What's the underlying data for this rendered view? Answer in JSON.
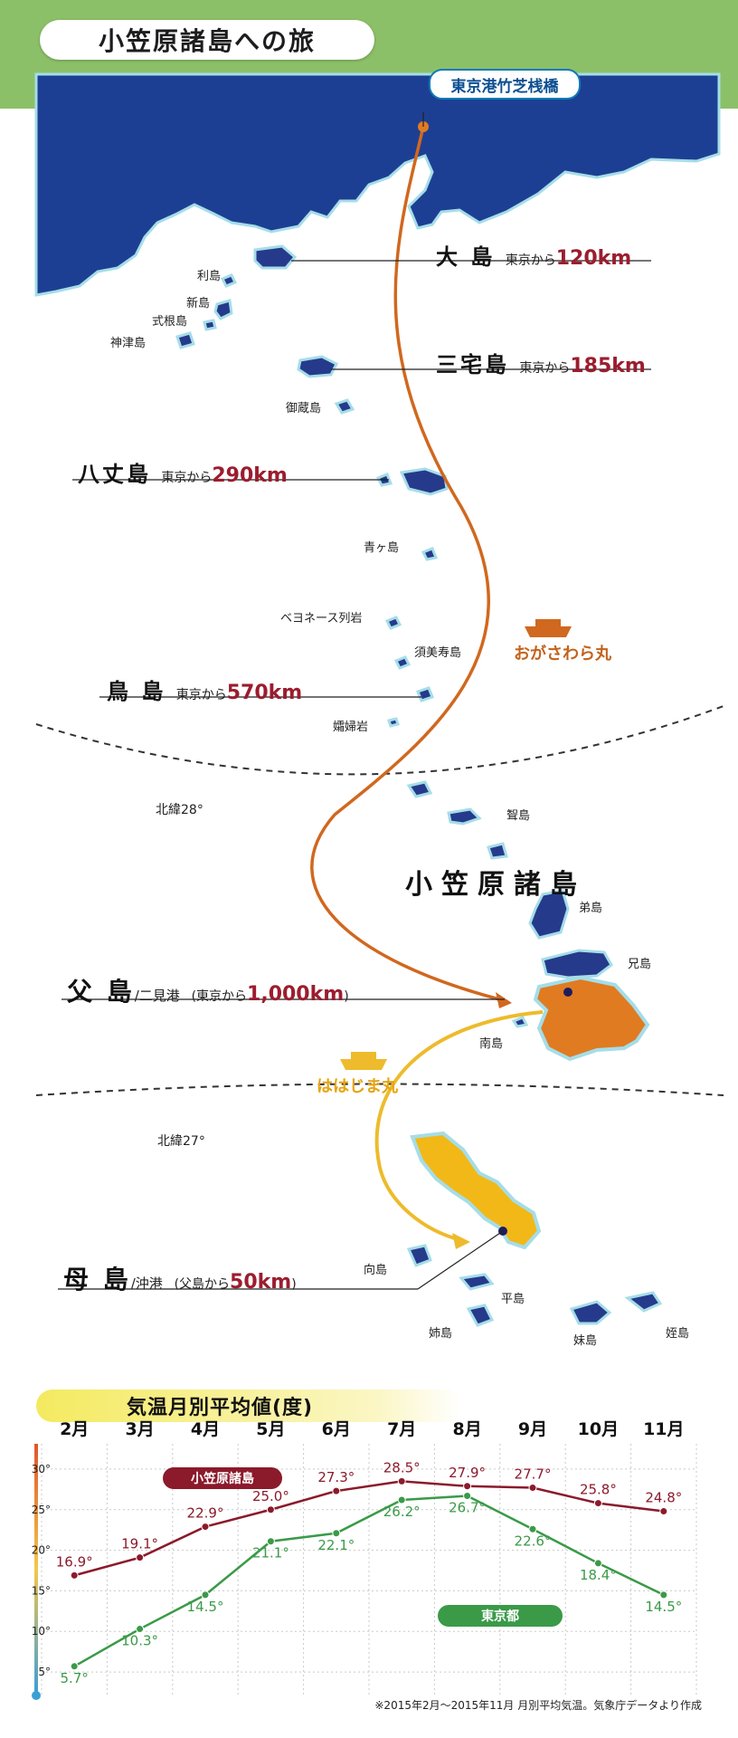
{
  "title": "小笠原諸島への旅",
  "departure_port": "東京港竹芝桟橋",
  "major_islands": [
    {
      "name": "大 島",
      "from": "東京から",
      "distance": "120km"
    },
    {
      "name": "三宅島",
      "from": "東京から",
      "distance": "185km"
    },
    {
      "name": "八丈島",
      "from": "東京から",
      "distance": "290km"
    },
    {
      "name": "鳥 島",
      "from": "東京から",
      "distance": "570km"
    },
    {
      "name": "父 島",
      "port": "/二見港",
      "from": "(東京から",
      "distance": "1,000km",
      "close": ")"
    },
    {
      "name": "母 島",
      "port": "/沖港",
      "from": "(父島から",
      "distance": "50km",
      "close": ")"
    }
  ],
  "minor_islands": [
    "利島",
    "新島",
    "式根島",
    "神津島",
    "御蔵島",
    "青ヶ島",
    "ベヨネース列岩",
    "須美寿島",
    "孀婦岩",
    "聟島",
    "弟島",
    "兄島",
    "南島",
    "向島",
    "平島",
    "姉島",
    "妹島",
    "姪島"
  ],
  "group_name": "小笠原諸島",
  "latitudes": [
    "北緯28°",
    "北緯27°"
  ],
  "ships": [
    {
      "name": "おがさわら丸",
      "color": "#c4621a"
    },
    {
      "name": "ははじま丸",
      "color": "#e6a512"
    }
  ],
  "colors": {
    "sea": "#1d3f93",
    "island": "#263a8c",
    "chichijima": "#e07b22",
    "hahajima": "#f2b818",
    "route_main": "#d0681f",
    "route_sub": "#edbb2c",
    "shadow": "#a5dde8",
    "ogasawara_line": "#8b1a2b",
    "tokyo_line": "#3a9a48",
    "green_frame": "#8cc068"
  },
  "chart": {
    "title": "気温月別平均値(度)",
    "note": "※2015年2月〜2015年11月 月別平均気温。気象庁データより作成",
    "series_labels": [
      "小笠原諸島",
      "東京都"
    ]
  },
  "chart_data": {
    "type": "line",
    "title": "気温月別平均値(度)",
    "categories": [
      "2月",
      "3月",
      "4月",
      "5月",
      "6月",
      "7月",
      "8月",
      "9月",
      "10月",
      "11月"
    ],
    "y_ticks": [
      "5°",
      "10°",
      "15°",
      "20°",
      "25°",
      "30°"
    ],
    "ylim": [
      3,
      32
    ],
    "grid": true,
    "series": [
      {
        "name": "小笠原諸島",
        "values": [
          16.9,
          19.1,
          22.9,
          25.0,
          27.3,
          28.5,
          27.9,
          27.7,
          25.8,
          24.8
        ],
        "labels": [
          "16.9°",
          "19.1°",
          "22.9°",
          "25.0°",
          "27.3°",
          "28.5°",
          "27.9°",
          "27.7°",
          "25.8°",
          "24.8°"
        ],
        "color": "#8b1a2b"
      },
      {
        "name": "東京都",
        "values": [
          5.7,
          10.3,
          14.5,
          21.1,
          22.1,
          26.2,
          26.7,
          22.6,
          18.4,
          14.5
        ],
        "labels": [
          "5.7°",
          "10.3°",
          "14.5°",
          "21.1°",
          "22.1°",
          "26.2°",
          "26.7°",
          "22.6°",
          "18.4°",
          "14.5°"
        ],
        "color": "#3a9a48"
      }
    ]
  }
}
